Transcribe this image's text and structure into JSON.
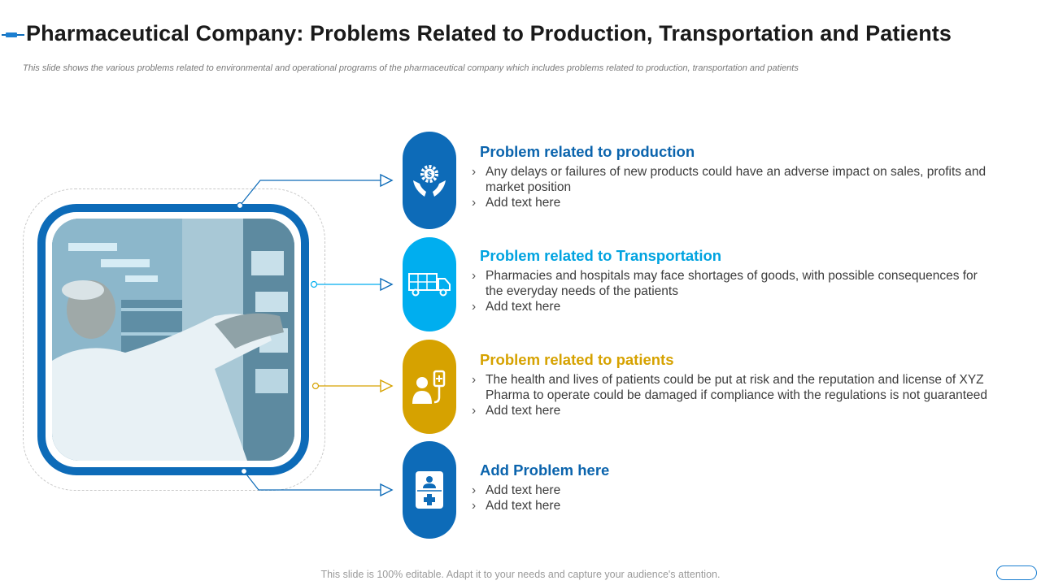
{
  "header": {
    "title": "Pharmaceutical Company: Problems Related to Production, Transportation and Patients",
    "subtitle": "This slide shows the various problems related to environmental and operational programs of the pharmaceutical company which includes problems related to production, transportation and patients"
  },
  "colors": {
    "dark_blue": "#0d6bb8",
    "light_blue": "#00aeef",
    "gold": "#d6a200",
    "navy_heading": "#0b64ad"
  },
  "problems": [
    {
      "icon": "hands-gear-dollar-icon",
      "heading": "Problem related to production",
      "bullets": [
        "Any delays or failures of new products could have an adverse impact on sales, profits and market position",
        "Add text here"
      ]
    },
    {
      "icon": "delivery-truck-icon",
      "heading": "Problem related to Transportation",
      "bullets": [
        "Pharmacies and hospitals may face shortages of goods, with possible consequences for the everyday needs of the patients",
        "Add text here"
      ]
    },
    {
      "icon": "patient-iv-drip-icon",
      "heading": "Problem related to patients",
      "bullets": [
        "The health and lives of patients could be put at risk and the reputation and license of XYZ Pharma to operate could be damaged if compliance with the regulations is not guaranteed",
        "Add text here"
      ]
    },
    {
      "icon": "medical-id-card-icon",
      "heading": "Add Problem here",
      "bullets": [
        "Add text here",
        "Add text here"
      ]
    }
  ],
  "footer": {
    "note": "This slide is 100% editable. Adapt it to your needs and capture your audience's attention."
  }
}
